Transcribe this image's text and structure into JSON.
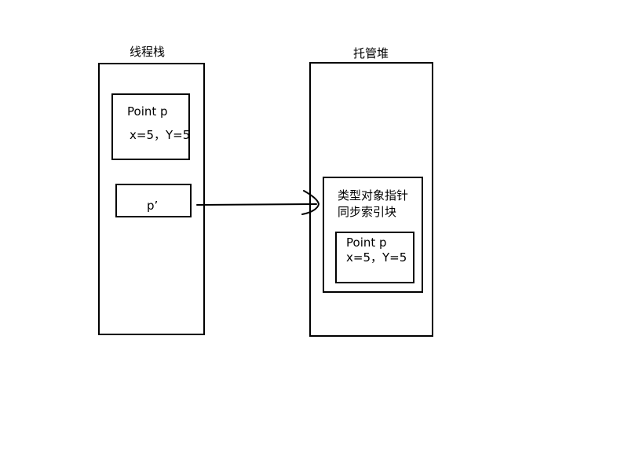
{
  "stack": {
    "title": "线程栈",
    "point_box": {
      "name_line": "Point p",
      "value_line": "x=5，Y=5"
    },
    "ref_box": {
      "label": "p’"
    }
  },
  "heap": {
    "title": "托管堆",
    "object_box": {
      "line1": "类型对象指针",
      "line2": "同步索引块",
      "inner_box": {
        "name_line": "Point p",
        "value_line": "x=5，Y=5"
      }
    }
  },
  "colors": {
    "stroke": "#000000",
    "background": "#ffffff"
  }
}
